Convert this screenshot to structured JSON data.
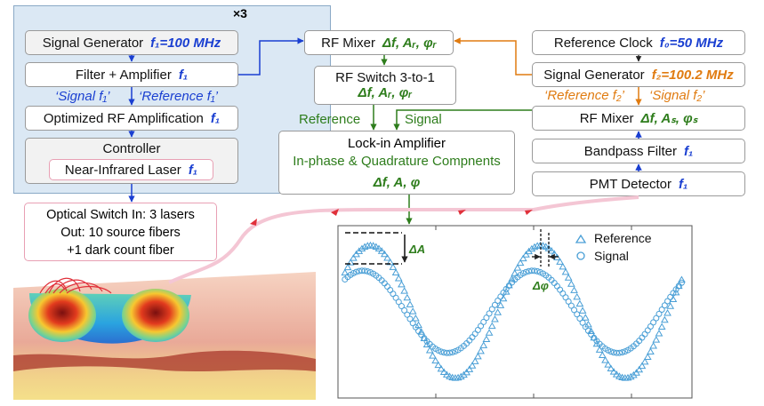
{
  "multiplier": "×3",
  "laser_panel": {
    "signal_generator": {
      "label": "Signal Generator",
      "freq": "f₁=100 MHz"
    },
    "filter_amplifier": {
      "label": "Filter + Amplifier",
      "freq": "f₁"
    },
    "signal_label": "‘Signal f₁’",
    "reference_label": "‘Reference f₁’",
    "optimized_rf": {
      "label": "Optimized RF Amplification",
      "freq": "f₁"
    },
    "controller": "Controller",
    "laser": {
      "label": "Near-Infrared Laser",
      "freq": "f₁"
    }
  },
  "rf_mixer_ref": {
    "label": "RF Mixer",
    "params": "Δf, Aᵣ, φᵣ"
  },
  "rf_switch": {
    "label": "RF Switch 3-to-1",
    "params": "Δf, Aᵣ, φᵣ"
  },
  "reference_word": "Reference",
  "signal_word": "Signal",
  "lockin": {
    "title": "Lock-in Amplifier",
    "subtitle": "In-phase & Quadrature Compnents",
    "params": "Δf, A, φ"
  },
  "right_chain": {
    "reference_clock": {
      "label": "Reference Clock",
      "freq": "f₀=50 MHz"
    },
    "signal_generator": {
      "label": "Signal Generator",
      "freq": "f₂=100.2 MHz"
    },
    "reference_label": "‘Reference f₂’",
    "signal_label": "‘Signal f₂’",
    "rf_mixer": {
      "label": "RF Mixer",
      "params": "Δf, Aₛ, φₛ"
    },
    "bandpass": {
      "label": "Bandpass Filter",
      "freq": "f₁"
    },
    "pmt": {
      "label": "PMT Detector",
      "freq": "f₁"
    }
  },
  "optical_switch": {
    "line1": "Optical Switch In: 3 lasers",
    "line2": "Out: 10 source fibers",
    "line3": "+1 dark count fiber"
  },
  "colors": {
    "blue": "#1a3fd1",
    "green": "#2e7d1c",
    "orange": "#e07b10",
    "panel": "#dbe8f4",
    "series": "#4a9fd6"
  },
  "chart_data": {
    "type": "scatter",
    "title": "",
    "xlabel": "",
    "ylabel": "",
    "xlim": [
      0,
      2.05
    ],
    "ylim": [
      -1.3,
      1.3
    ],
    "legend_position": "top-right",
    "series": [
      {
        "name": "Reference",
        "marker": "triangle",
        "amplitude": 1.0,
        "phase_cycles": 0.0,
        "period": 1.0,
        "x_start": 0.02,
        "x_end": 2.0,
        "n_points": 120
      },
      {
        "name": "Signal",
        "marker": "circle",
        "amplitude": 0.62,
        "phase_cycles": -0.045,
        "period": 1.0,
        "x_start": 0.02,
        "x_end": 2.0,
        "n_points": 120
      }
    ],
    "annotations": [
      "ΔA",
      "Δφ"
    ]
  }
}
